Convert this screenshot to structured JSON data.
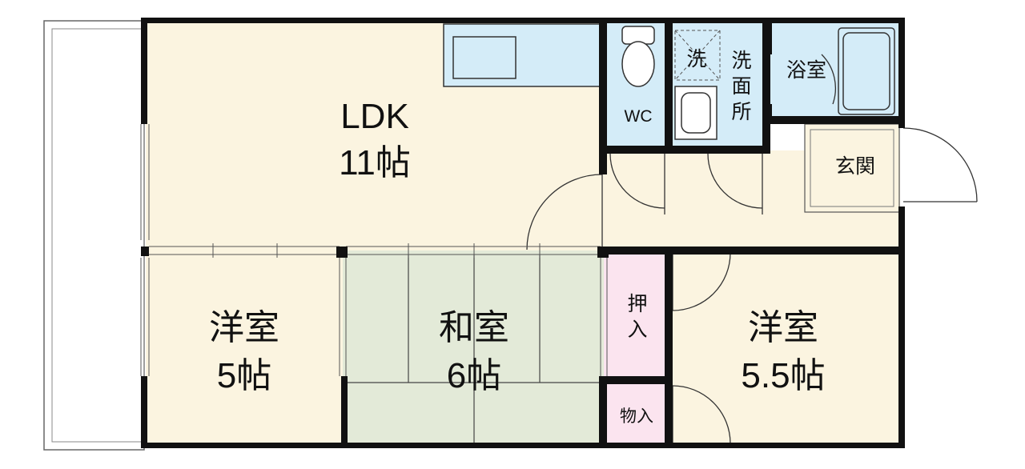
{
  "rooms": {
    "ldk": {
      "name": "LDK",
      "size": "11帖"
    },
    "western5": {
      "name": "洋室",
      "size": "5帖"
    },
    "japanese": {
      "name": "和室",
      "size": "6帖"
    },
    "western55": {
      "name": "洋室",
      "size": "5.5帖"
    },
    "wc": "WC",
    "washroom": [
      "洗",
      "面",
      "所"
    ],
    "washer": "洗",
    "bath": "浴室",
    "entrance": "玄関",
    "oshiire": [
      "押",
      "入"
    ],
    "storage": "物入"
  },
  "colors": {
    "wall": "#111111",
    "floor": "#fbf4e0",
    "tatami": "#e3ead8",
    "wet_area": "#d4ecf8",
    "closet": "#fbe4ef",
    "balcony": "#ffffff",
    "line": "#555555"
  }
}
